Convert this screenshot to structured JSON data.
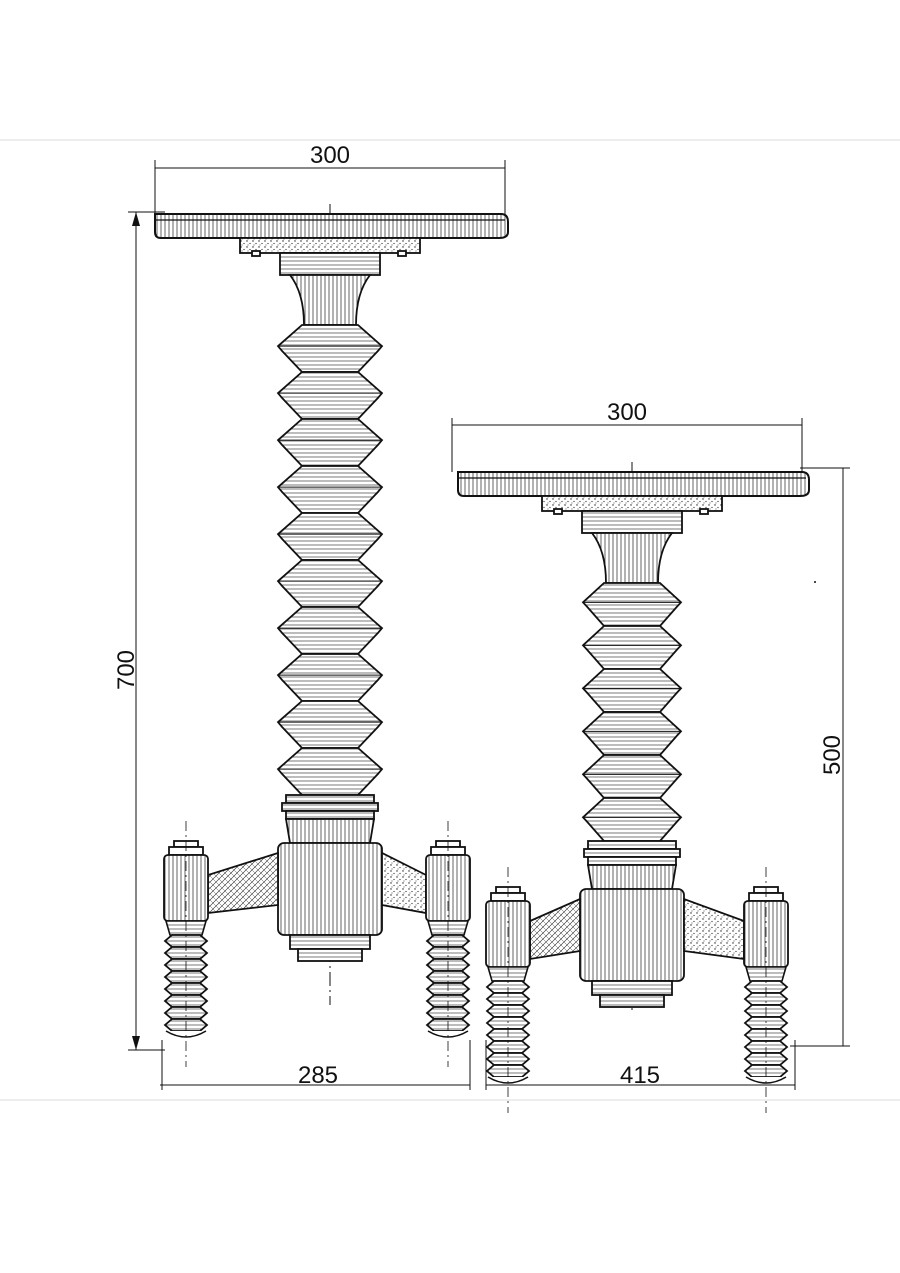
{
  "dimensions": {
    "tall_top_width": "300",
    "tall_height": "700",
    "tall_base_width": "285",
    "short_top_width": "300",
    "short_height": "500",
    "short_base_width": "415"
  },
  "colors": {
    "ink": "#111111",
    "paper": "#ffffff"
  }
}
